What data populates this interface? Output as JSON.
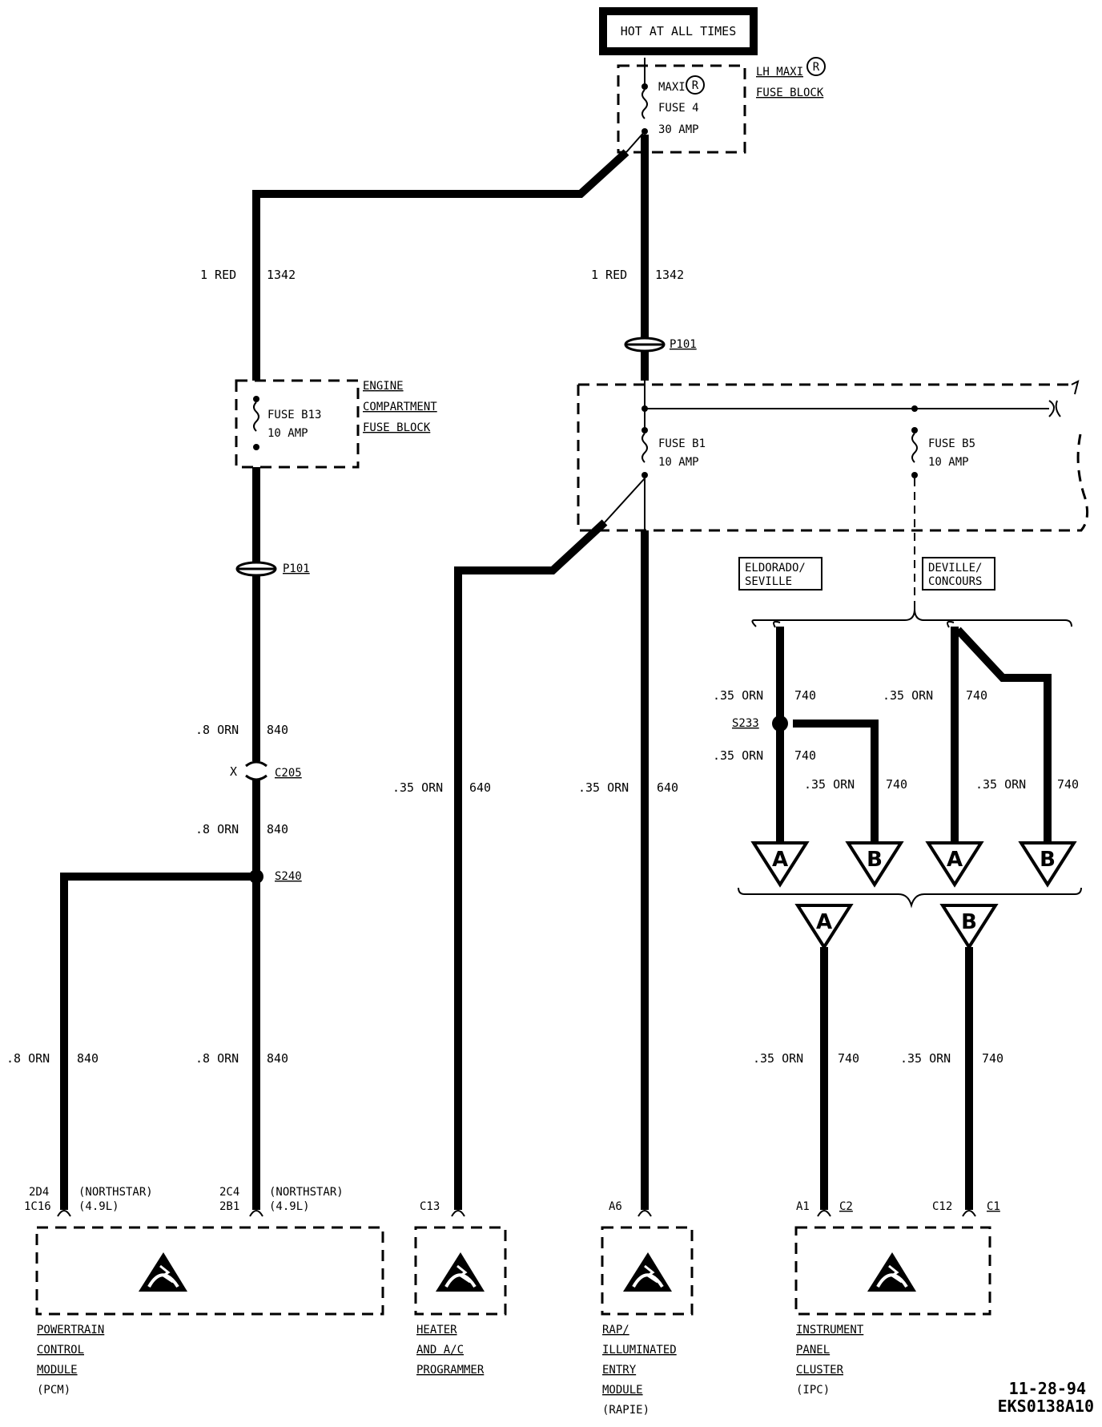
{
  "power_source": {
    "label": "HOT AT ALL TIMES"
  },
  "maxi_fuse": {
    "block_line1": "LH MAXI",
    "block_line2": "FUSE BLOCK",
    "fuse_line1": "MAXI",
    "fuse_line2": "FUSE 4",
    "fuse_line3": "30 AMP",
    "reg_mark": "R"
  },
  "engine_fuse_block": {
    "line1": "ENGINE",
    "line2": "COMPARTMENT",
    "line3": "FUSE BLOCK",
    "fuse_name": "FUSE B13",
    "fuse_rating": "10 AMP"
  },
  "right_fuse_block": {
    "fuse_b1_name": "FUSE B1",
    "fuse_b1_rating": "10 AMP",
    "fuse_b5_name": "FUSE B5",
    "fuse_b5_rating": "10 AMP"
  },
  "connectors": {
    "p101_left": "P101",
    "p101_right": "P101",
    "c205": "C205",
    "c205_x": "X",
    "s240": "S240",
    "s233": "S233"
  },
  "wire_labels": {
    "left_red_size": "1 RED",
    "left_red_circuit": "1342",
    "right_red_size": "1 RED",
    "right_red_circuit": "1342",
    "orn840_a_size": ".8 ORN",
    "orn840_a_circuit": "840",
    "orn840_b_size": ".8 ORN",
    "orn840_b_circuit": "840",
    "orn840_pcm1_size": ".8 ORN",
    "orn840_pcm1_circuit": "840",
    "orn840_pcm2_size": ".8 ORN",
    "orn840_pcm2_circuit": "840",
    "orn640_hvac_size": ".35 ORN",
    "orn640_hvac_circuit": "640",
    "orn640_rap_size": ".35 ORN",
    "orn640_rap_circuit": "640",
    "orn740_e1_size": ".35 ORN",
    "orn740_e1_circuit": "740",
    "orn740_e2_size": ".35 ORN",
    "orn740_e2_circuit": "740",
    "orn740_e3_size": ".35 ORN",
    "orn740_e3_circuit": "740",
    "orn740_d1_size": ".35 ORN",
    "orn740_d1_circuit": "740",
    "orn740_d2_size": ".35 ORN",
    "orn740_d2_circuit": "740",
    "orn740_ipc_a_size": ".35 ORN",
    "orn740_ipc_a_circuit": "740",
    "orn740_ipc_b_size": ".35 ORN",
    "orn740_ipc_b_circuit": "740"
  },
  "variants": {
    "eldorado_line1": "ELDORADO/",
    "eldorado_line2": "SEVILLE",
    "deville_line1": "DEVILLE/",
    "deville_line2": "CONCOURS"
  },
  "triangles": {
    "a": "A",
    "b": "B"
  },
  "pins": {
    "pcm1_top": "2D4",
    "pcm1_bot": "1C16",
    "pcm1_note1": "(NORTHSTAR)",
    "pcm1_note2": "(4.9L)",
    "pcm2_top": "2C4",
    "pcm2_bot": "2B1",
    "pcm2_note1": "(NORTHSTAR)",
    "pcm2_note2": "(4.9L)",
    "hvac": "C13",
    "rap": "A6",
    "ipc_a1": "A1",
    "ipc_c2": "C2",
    "ipc_c12": "C12",
    "ipc_c1": "C1"
  },
  "modules": {
    "pcm": [
      "POWERTRAIN",
      "CONTROL",
      "MODULE",
      "(PCM)"
    ],
    "hvac": [
      "HEATER",
      "AND A/C",
      "PROGRAMMER"
    ],
    "rap": [
      "RAP/",
      "ILLUMINATED",
      "ENTRY",
      "MODULE",
      "(RAPIE)"
    ],
    "ipc": [
      "INSTRUMENT",
      "PANEL",
      "CLUSTER",
      "(IPC)"
    ]
  },
  "footer": {
    "date": "11-28-94",
    "code": "EKS0138A10"
  }
}
